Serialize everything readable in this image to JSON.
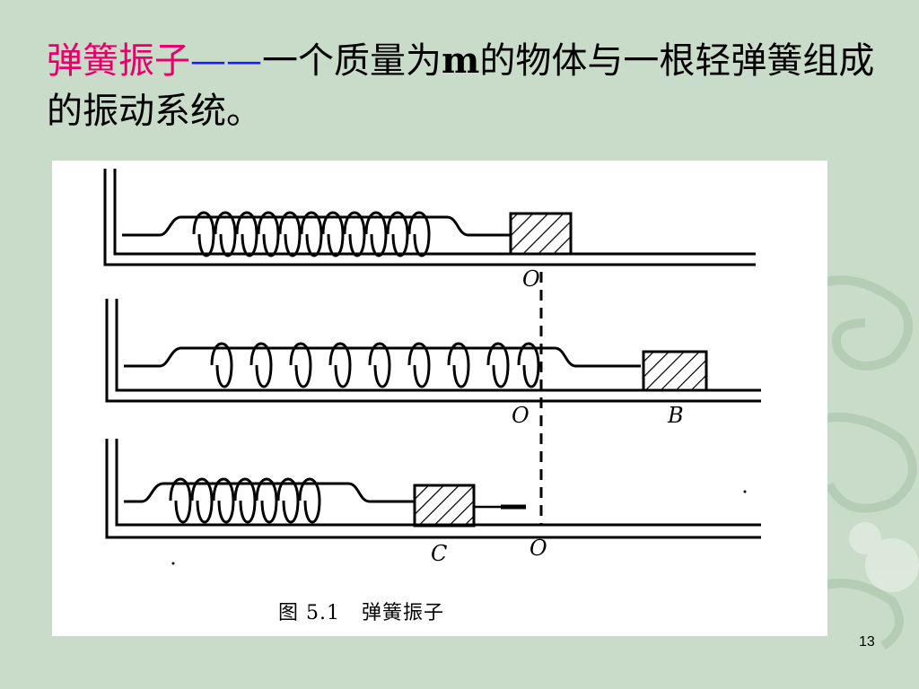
{
  "slide": {
    "title_term": "弹簧振子",
    "title_dash": "——",
    "title_rest_1": "一个质量为",
    "title_m": "m",
    "title_rest_2": "的物体与一根轻弹簧组成的振动系统。",
    "page_number": "13"
  },
  "figure": {
    "caption": "图 5.1   弹簧振子",
    "panels": [
      {
        "labels": [
          "O"
        ]
      },
      {
        "labels": [
          "O",
          "B"
        ]
      },
      {
        "labels": [
          "C",
          "O"
        ]
      }
    ]
  },
  "colors": {
    "background": "#c9dcc9",
    "term": "#e8006a",
    "dash": "#1a1aff"
  }
}
